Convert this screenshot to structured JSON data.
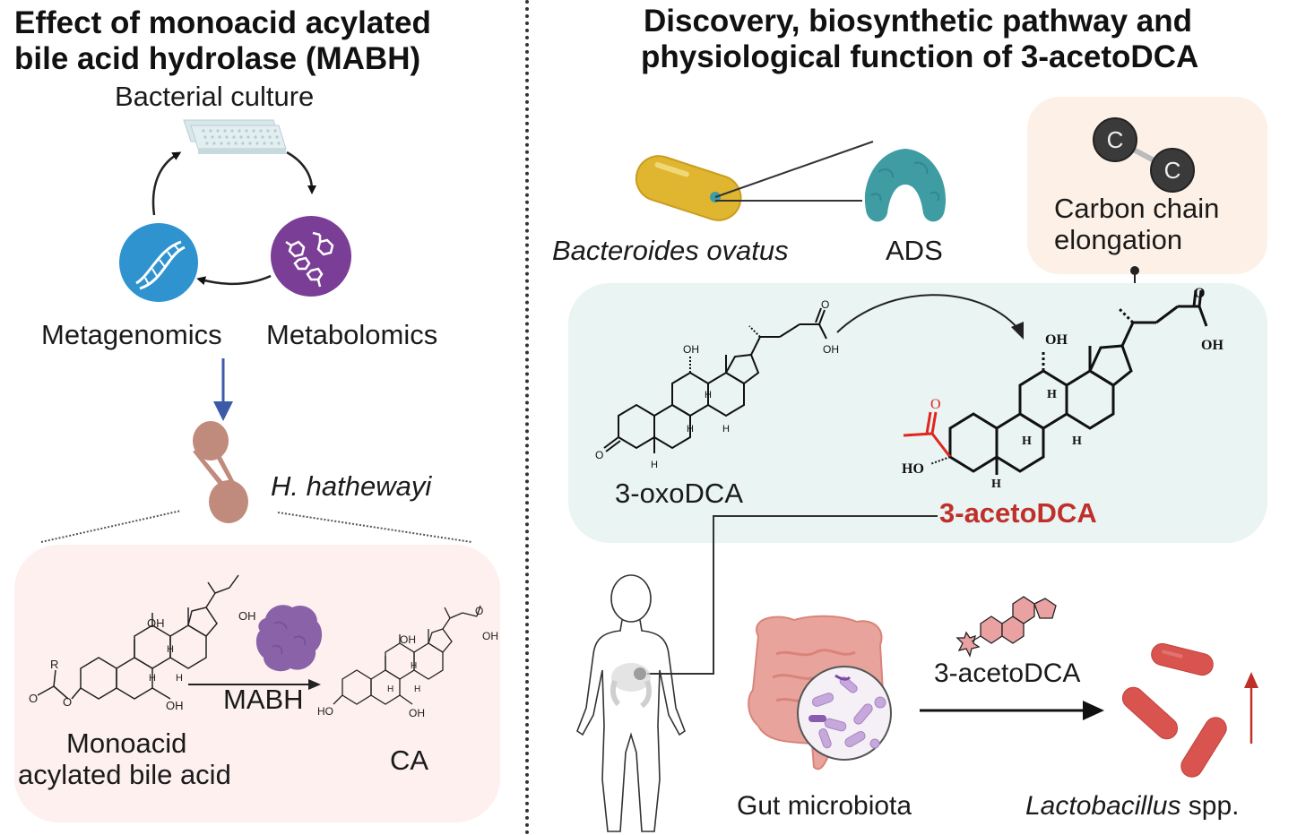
{
  "left_panel": {
    "title_line1": "Effect of monoacid acylated",
    "title_line2": "bile acid hydrolase (MABH)",
    "cycle": {
      "top_label": "Bacterial culture",
      "left_label": "Metagenomics",
      "right_label": "Metabolomics"
    },
    "organism_label": "H. hathewayi",
    "reaction": {
      "substrate_line1": "Monoacid",
      "substrate_line2": "acylated bile acid",
      "enzyme_label": "MABH",
      "product_label": "CA",
      "substrate_atoms": {
        "r": "R",
        "o1": "O",
        "o2": "O",
        "oh_top": "OH",
        "oh_12": "OH",
        "oh_7": "OH",
        "h1": "H",
        "h2": "H",
        "h3": "H"
      },
      "product_atoms": {
        "oh_top": "OH",
        "oh_12": "OH",
        "oh_7": "OH",
        "ho_3": "HO",
        "o": "O",
        "h1": "H",
        "h2": "H",
        "h3": "H"
      }
    }
  },
  "right_panel": {
    "title_line1": "Discovery, biosynthetic pathway and",
    "title_line2": "physiological function of 3-acetoDCA",
    "organism_label": "Bacteroides ovatus",
    "enzyme_label": "ADS",
    "carbon_box": {
      "atom1": "C",
      "atom2": "C",
      "label_line1": "Carbon chain",
      "label_line2": "elongation"
    },
    "precursor_label": "3-oxoDCA",
    "product_label": "3-acetoDCA",
    "precursor_atoms": {
      "o_top": "O",
      "oh_acid": "OH",
      "oh_12": "OH",
      "o_3": "O",
      "h1": "H",
      "h2": "H",
      "h3": "H",
      "h5": "H"
    },
    "product_atoms": {
      "o_top": "O",
      "oh_acid": "OH",
      "oh_12": "OH",
      "o_acetyl": "O",
      "ho_3": "HO",
      "h1": "H",
      "h2": "H",
      "h3": "H",
      "h5": "H"
    },
    "function": {
      "host_label": "",
      "microbiota_label": "Gut microbiota",
      "compound_label": "3-acetoDCA",
      "target_genus": "Lactobacillus",
      "target_suffix": " spp."
    }
  },
  "colors": {
    "highlight_red": "#c0302b",
    "acetyl_red": "#e0261f",
    "arrow_blue": "#3b5aa8",
    "metagenomics_blue": "#2f93cf",
    "metabolomics_purple": "#7b3e97",
    "bacteroides_yellow": "#e0b530",
    "ads_teal": "#3f9ca3",
    "mabh_purple": "#8a62a8",
    "hathewayi_brown": "#c08a7c",
    "lactobacillus_red": "#d9534f",
    "carbon_dark": "#3a3a3a",
    "steroid_pink": "#eaa1a1"
  }
}
